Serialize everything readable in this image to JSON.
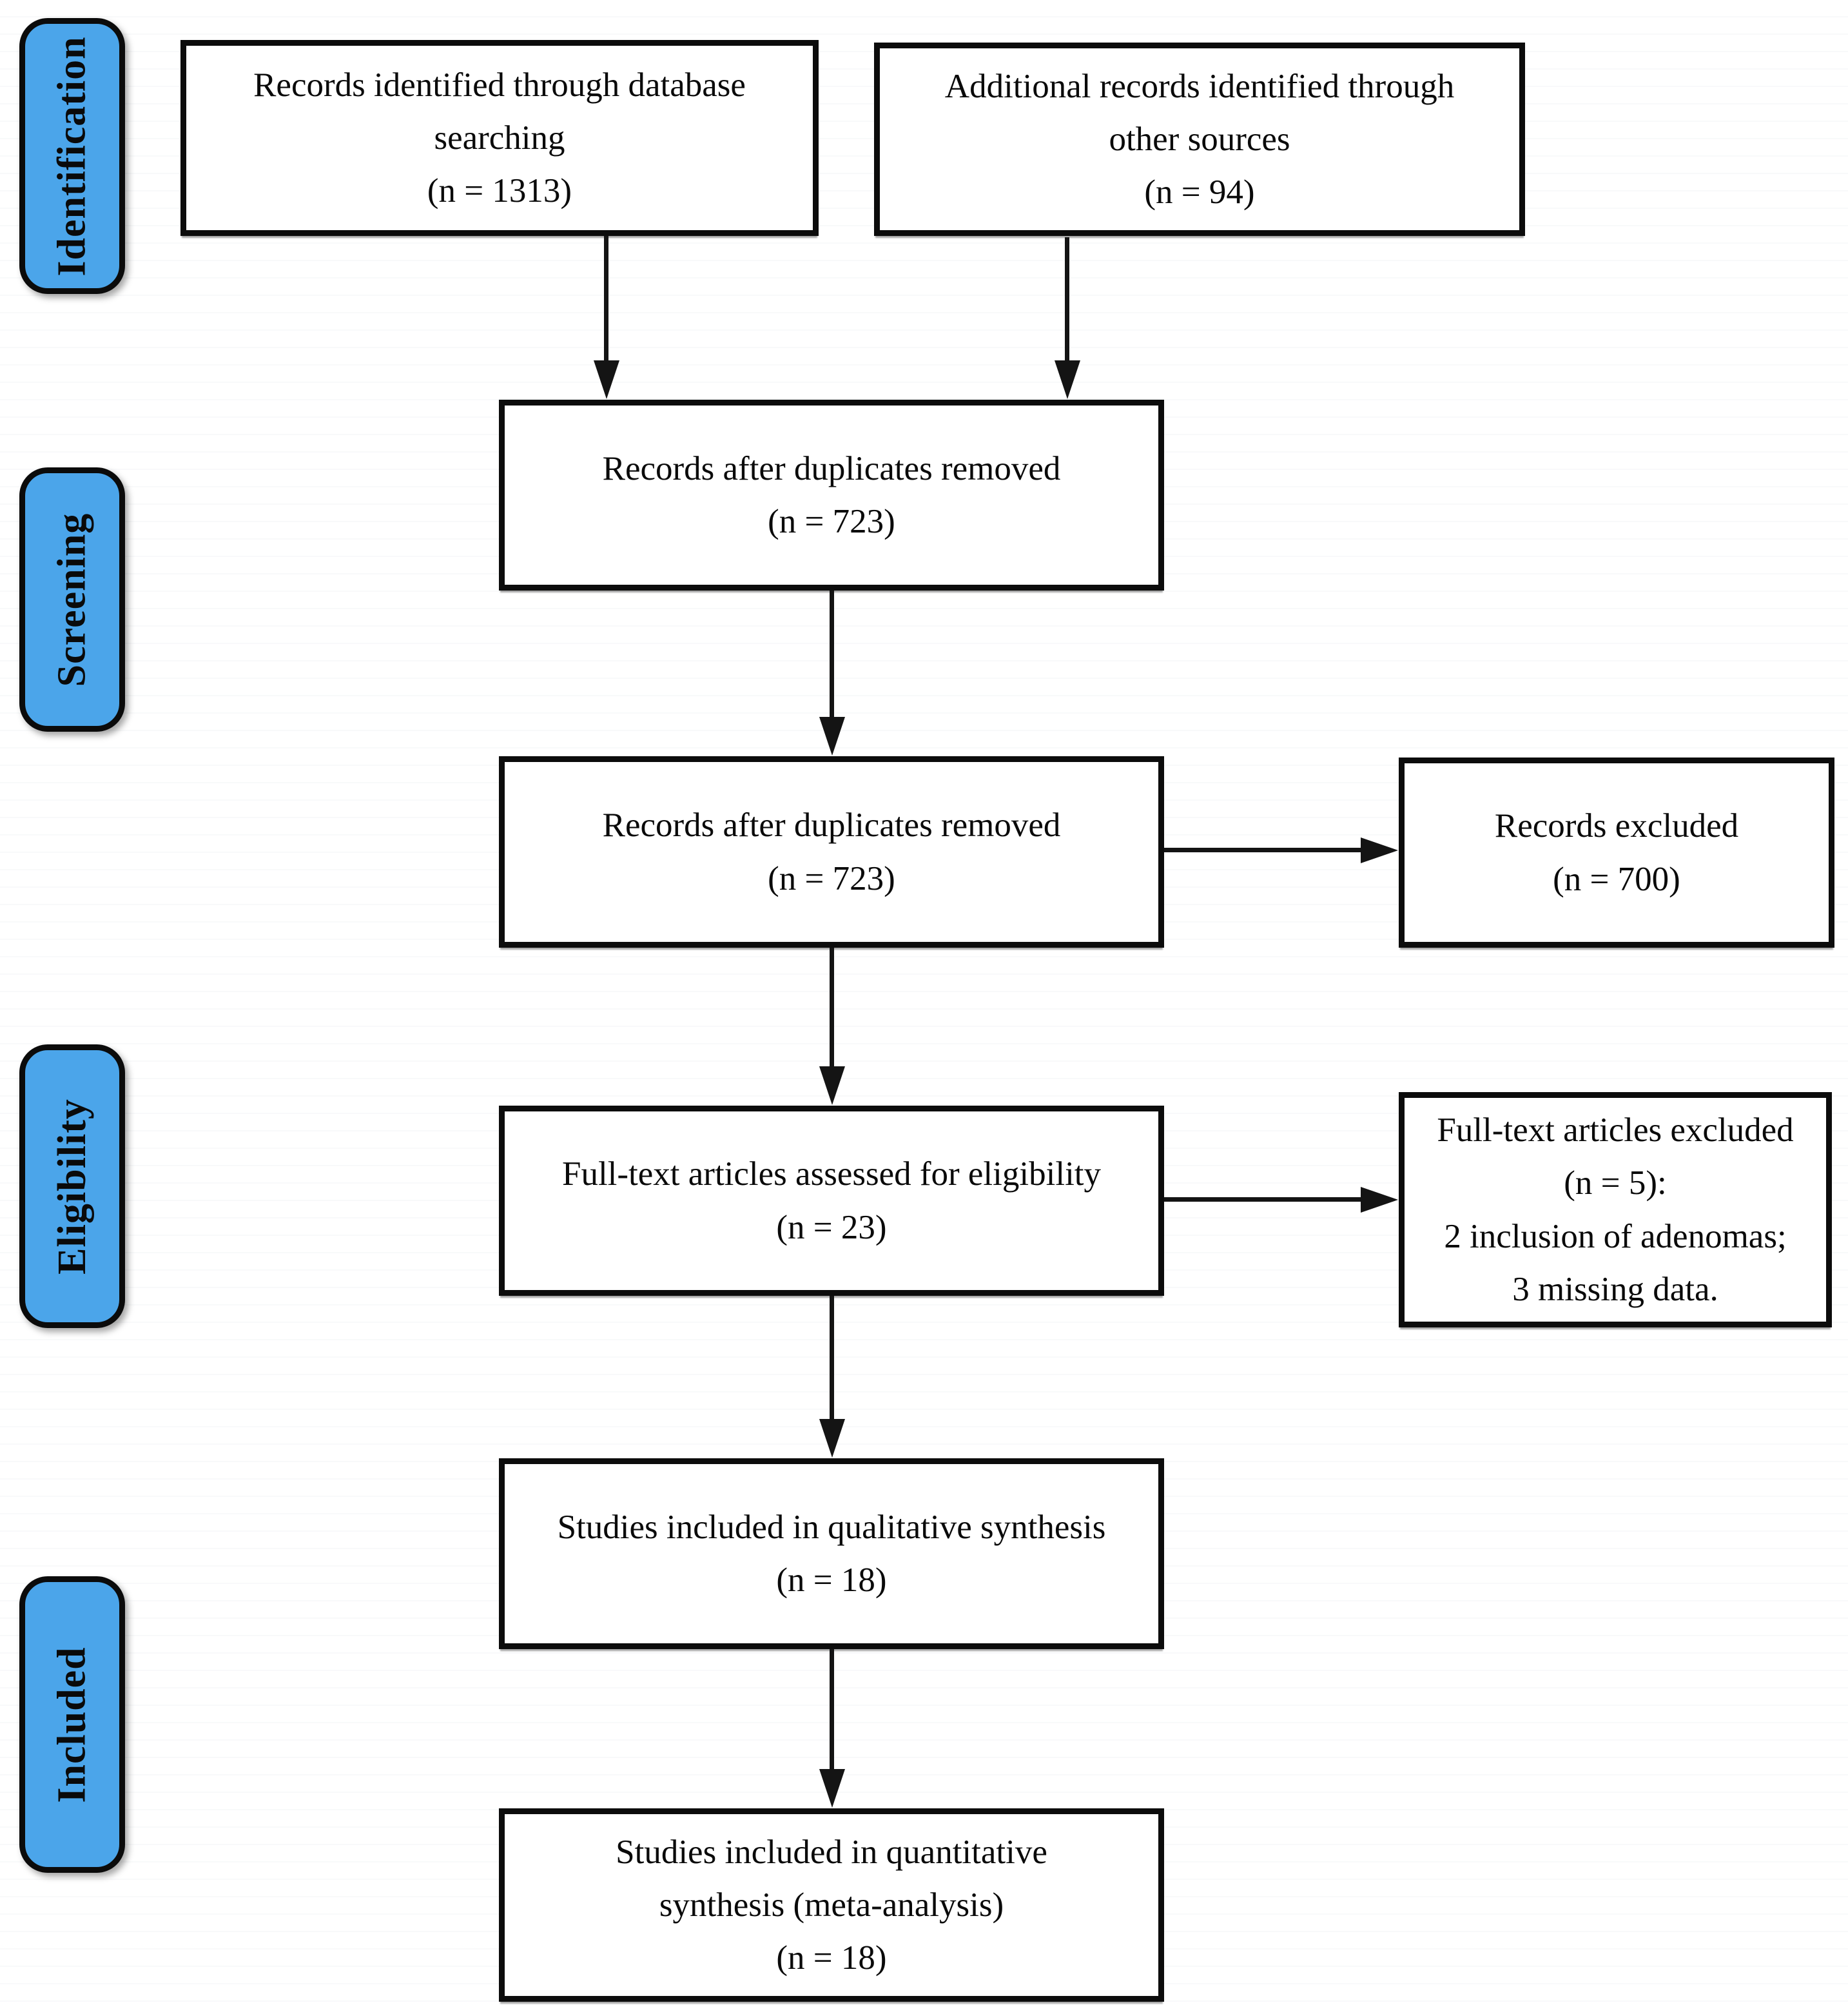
{
  "stages": [
    {
      "label": "Identification"
    },
    {
      "label": "Screening"
    },
    {
      "label": "Eligibility"
    },
    {
      "label": "Included"
    }
  ],
  "boxes": {
    "records_identified": "Records identified through database\nsearching\n(n = 1313)",
    "additional_records": "Additional records identified through\nother sources\n(n = 94)",
    "after_duplicates_1": "Records after duplicates removed\n(n = 723)",
    "after_duplicates_2": "Records after duplicates removed\n(n = 723)",
    "records_excluded": "Records excluded\n(n = 700)",
    "fulltext_assessed": "Full-text articles assessed for eligibility\n(n = 23)",
    "fulltext_excluded": "Full-text articles excluded\n(n = 5):\n2 inclusion of adenomas;\n3 missing data.",
    "qualitative_included": "Studies included in qualitative synthesis\n(n = 18)",
    "quantitative_included": "Studies included in quantitative\nsynthesis (meta-analysis)\n(n = 18)"
  },
  "colors": {
    "stage_fill": "#4ba5ea",
    "box_border": "#0c0c0c",
    "arrow": "#141414",
    "background": "#ffffff"
  }
}
